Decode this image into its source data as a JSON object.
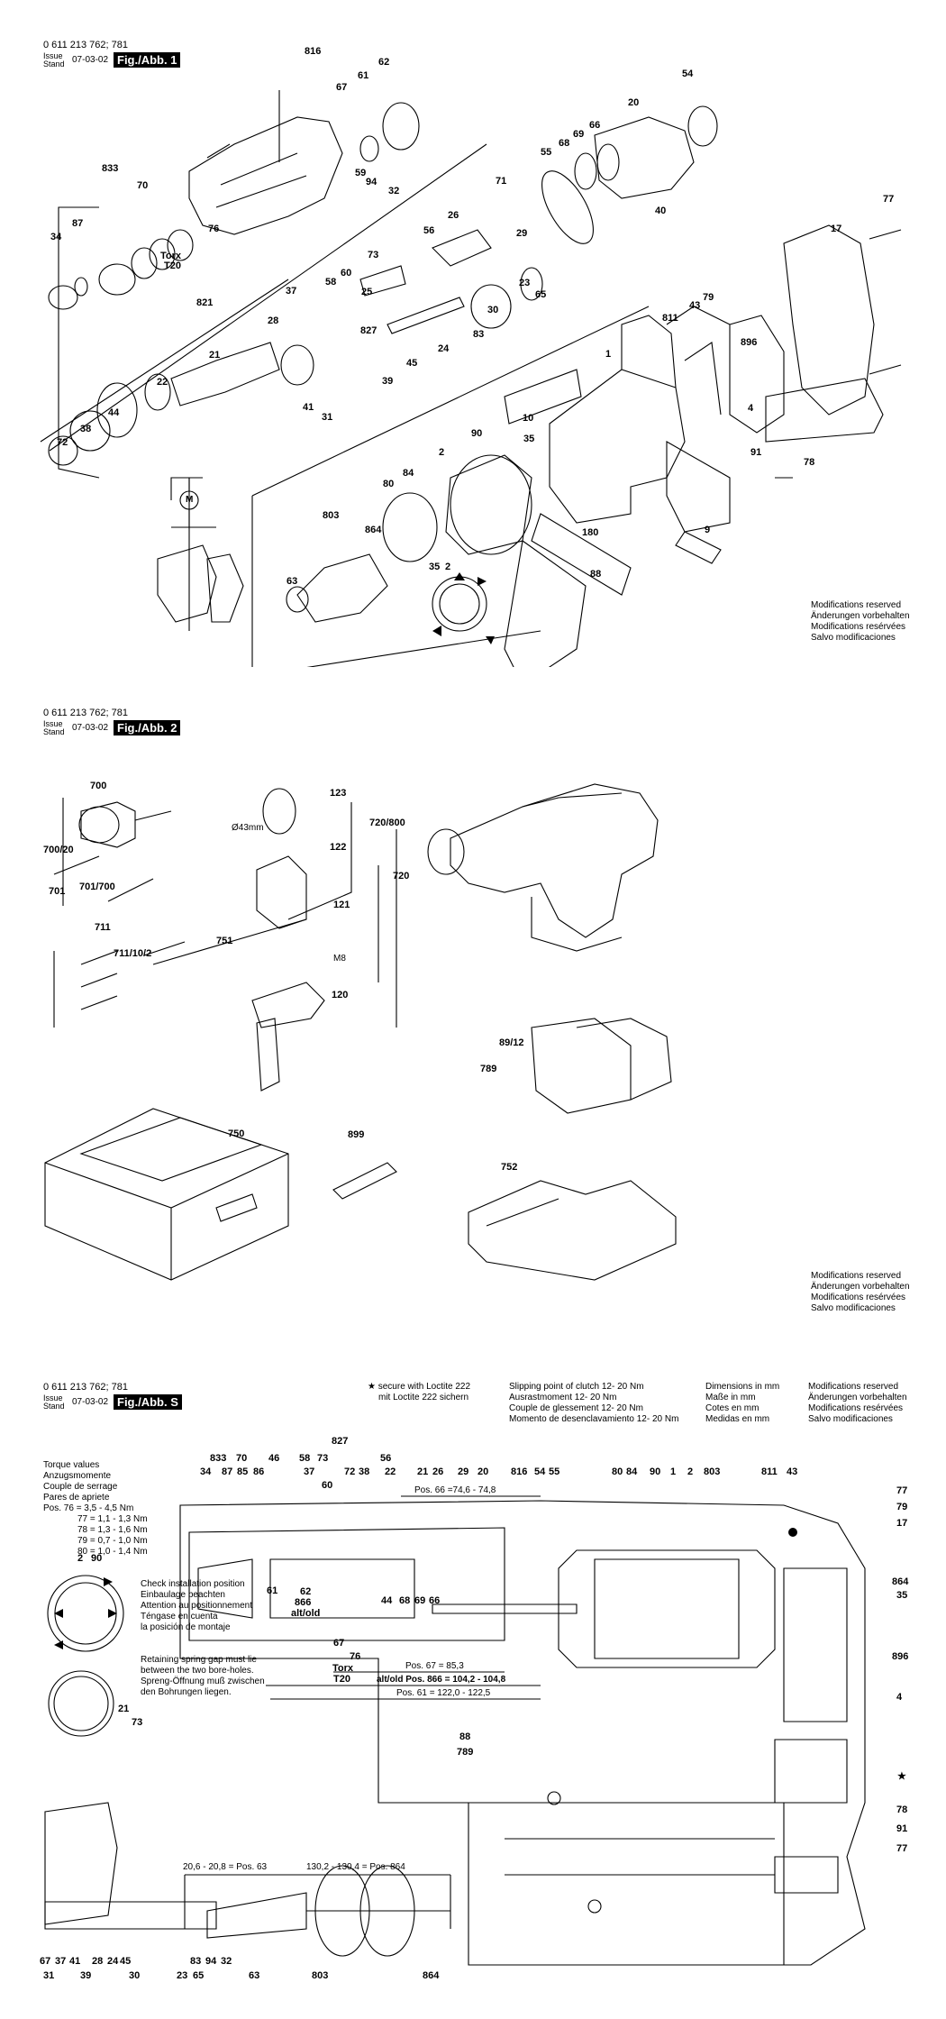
{
  "sheet1": {
    "part_number": "0 611 213 762; 781",
    "issue_label": "Issue",
    "stand_label": "Stand",
    "date": "07-03-02",
    "fig_label": "Fig./Abb. 1",
    "torx": "Torx",
    "torx_size": "T20",
    "motor_symbol": "M",
    "modifications": [
      "Modifications reserved",
      "Änderungen vorbehalten",
      "Modifications resérvées",
      "Salvo modificaciones"
    ],
    "callouts": [
      "816",
      "62",
      "61",
      "67",
      "54",
      "20",
      "833",
      "70",
      "59",
      "94",
      "32",
      "66",
      "69",
      "68",
      "55",
      "40",
      "71",
      "26",
      "29",
      "34",
      "87",
      "76",
      "56",
      "73",
      "60",
      "58",
      "37",
      "25",
      "30",
      "65",
      "23",
      "77",
      "17",
      "821",
      "28",
      "21",
      "22",
      "827",
      "24",
      "83",
      "45",
      "39",
      "43",
      "79",
      "811",
      "896",
      "72",
      "38",
      "44",
      "41",
      "31",
      "1",
      "10",
      "4",
      "78",
      "91",
      "35",
      "2",
      "90",
      "80",
      "84",
      "803",
      "864",
      "63",
      "9",
      "180",
      "88"
    ]
  },
  "sheet2": {
    "part_number": "0 611 213 762; 781",
    "issue_label": "Issue",
    "stand_label": "Stand",
    "date": "07-03-02",
    "fig_label": "Fig./Abb. 2",
    "clamp_size": "Ø43mm",
    "thread": "M8",
    "modifications": [
      "Modifications reserved",
      "Änderungen vorbehalten",
      "Modifications resérvées",
      "Salvo modificaciones"
    ],
    "callouts": [
      "700",
      "700/20",
      "701",
      "701/700",
      "123",
      "122",
      "720/800",
      "720",
      "121",
      "751",
      "711",
      "711/10/2",
      "120",
      "89/12",
      "789",
      "750",
      "899",
      "752"
    ]
  },
  "sheetS": {
    "part_number": "0 611 213 762; 781",
    "issue_label": "Issue",
    "stand_label": "Stand",
    "date": "07-03-02",
    "fig_label": "Fig./Abb. S",
    "loctite": [
      "★ secure with Loctite 222",
      "mit Loctite 222 sichern"
    ],
    "clutch": [
      "Slipping point of clutch 12- 20 Nm",
      "Ausrastmoment 12- 20 Nm",
      "Couple de glessement 12- 20 Nm",
      "Momento de desenclavamiento 12- 20 Nm"
    ],
    "dimensions": [
      "Dimensions in mm",
      "Maße in mm",
      "Cotes en mm",
      "Medidas en mm"
    ],
    "modifications": [
      "Modifications reserved",
      "Änderungen vorbehalten",
      "Modifications resérvées",
      "Salvo modificaciones"
    ],
    "torque": [
      "Torque values",
      "Anzugsmomente",
      "Couple de serrage",
      "Pares de apriete",
      "Pos. 76 = 3,5 - 4,5 Nm",
      "77 = 1,1 - 1,3 Nm",
      "78 = 1,3 - 1,6 Nm",
      "79 = 0,7 - 1,0 Nm",
      "80 = 1,0 - 1,4 Nm"
    ],
    "check_install": [
      "Check installation position",
      "Einbaulage beachten",
      "Attention au positionnement",
      "Téngase en cuenta",
      "la posición de montaje"
    ],
    "spring_gap": [
      "Retaining spring gap must lie",
      "between the two bore-holes.",
      "Spreng-Öffnung muß zwischen",
      "den Bohrungen liegen."
    ],
    "dims": {
      "pos66": "Pos. 66 =74,6 - 74,8",
      "pos67": "Pos. 67 = 85,3",
      "pos866": "alt/old Pos. 866 = 104,2 - 104,8",
      "pos61": "Pos. 61 = 122,0 - 122,5",
      "pos63": "20,6 - 20,8 = Pos. 63",
      "pos864": "130,2 - 130,4 = Pos. 864"
    },
    "callouts_top": [
      "827",
      "833",
      "70",
      "46",
      "58",
      "73",
      "56",
      "34",
      "87",
      "85",
      "86",
      "37",
      "72",
      "38",
      "60",
      "22",
      "21",
      "26",
      "29",
      "20",
      "816",
      "54",
      "55",
      "80",
      "84",
      "90",
      "1",
      "2",
      "803",
      "811",
      "43"
    ],
    "callouts_right": [
      "77",
      "79",
      "17",
      "864",
      "35",
      "896",
      "4",
      "★",
      "78",
      "91",
      "77"
    ],
    "callouts_left": [
      "2",
      "90",
      "61",
      "62",
      "866",
      "alt/old",
      "44",
      "68",
      "69",
      "66",
      "67",
      "76",
      "Torx",
      "T20",
      "21",
      "73",
      "88",
      "789"
    ],
    "callouts_bottom": [
      "67",
      "37",
      "41",
      "28",
      "24",
      "45",
      "83",
      "94",
      "32",
      "31",
      "39",
      "30",
      "23",
      "65",
      "63",
      "803",
      "864"
    ]
  }
}
